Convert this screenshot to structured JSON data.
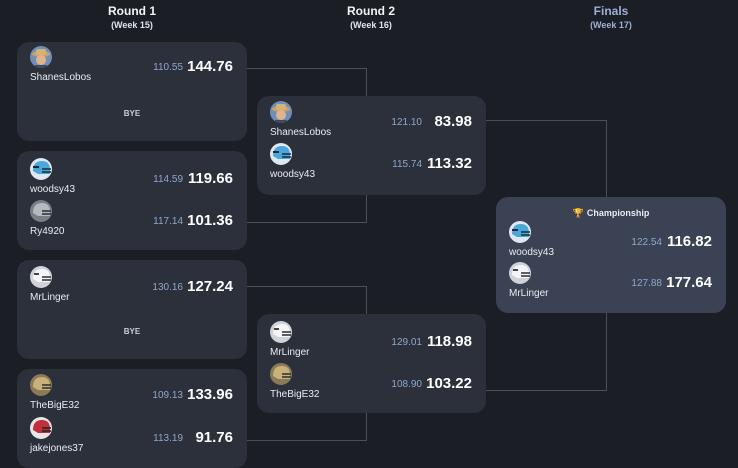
{
  "rounds": [
    {
      "name": "Round 1",
      "week": "(Week 15)"
    },
    {
      "name": "Round 2",
      "week": "(Week 16)"
    },
    {
      "name": "Finals",
      "week": "(Week 17)"
    }
  ],
  "bye_label": "BYE",
  "championship_label": "Championship",
  "colors": {
    "background": "#1b1e24",
    "card": "#2b303b",
    "final_card": "#3a4253",
    "projected": "#8fa7c9",
    "finals_header": "#9cb0d6"
  },
  "round1": [
    {
      "team": "ShanesLobos",
      "projected": "110.55",
      "score": "144.76",
      "avatar": "cowboy-hat-avatar"
    },
    {
      "team": "woodsy43",
      "projected": "114.59",
      "score": "119.66",
      "avatar": "blue-helmet-avatar"
    },
    {
      "team": "Ry4920",
      "projected": "117.14",
      "score": "101.36",
      "avatar": "gray-helmet-avatar"
    },
    {
      "team": "MrLinger",
      "projected": "130.16",
      "score": "127.24",
      "avatar": "white-helmet-avatar"
    },
    {
      "team": "TheBigE32",
      "projected": "109.13",
      "score": "133.96",
      "avatar": "gold-helmet-avatar"
    },
    {
      "team": "jakejones37",
      "projected": "113.19",
      "score": "91.76",
      "avatar": "red-helmet-avatar"
    }
  ],
  "round2": [
    {
      "team": "ShanesLobos",
      "projected": "121.10",
      "score": "83.98",
      "avatar": "cowboy-hat-avatar"
    },
    {
      "team": "woodsy43",
      "projected": "115.74",
      "score": "113.32",
      "avatar": "blue-helmet-avatar"
    },
    {
      "team": "MrLinger",
      "projected": "129.01",
      "score": "118.98",
      "avatar": "white-helmet-avatar"
    },
    {
      "team": "TheBigE32",
      "projected": "108.90",
      "score": "103.22",
      "avatar": "gold-helmet-avatar"
    }
  ],
  "finals": [
    {
      "team": "woodsy43",
      "projected": "122.54",
      "score": "116.82",
      "avatar": "blue-helmet-avatar"
    },
    {
      "team": "MrLinger",
      "projected": "127.88",
      "score": "177.64",
      "avatar": "white-helmet-avatar"
    }
  ]
}
